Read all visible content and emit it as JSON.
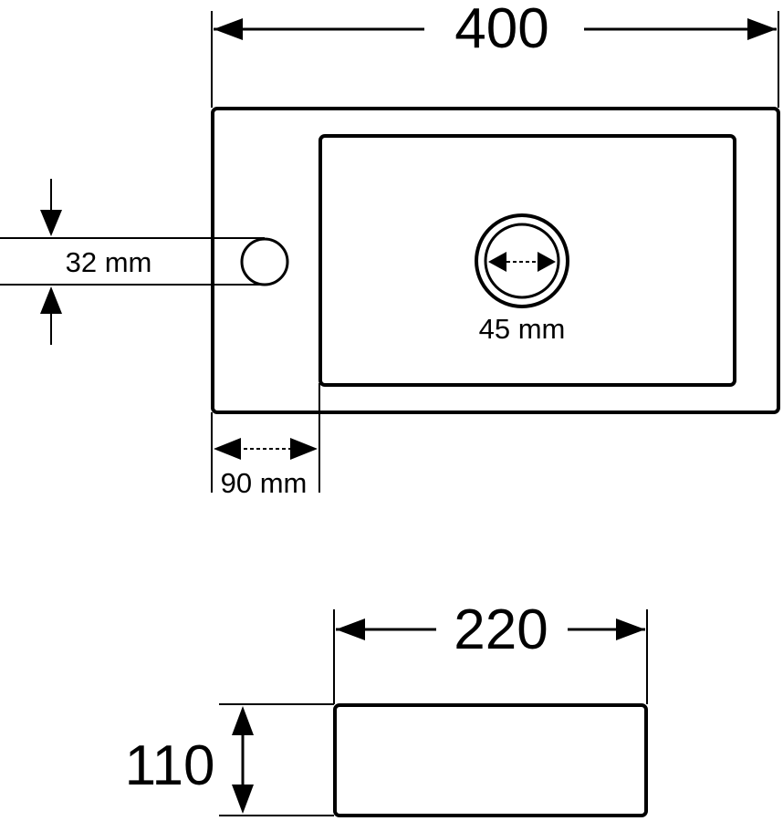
{
  "top_view": {
    "width_label": "400",
    "tap_hole_label": "32 mm",
    "drain_label": "45 mm",
    "offset_label": "90 mm"
  },
  "side_view": {
    "width_label": "220",
    "height_label": "110"
  },
  "colors": {
    "line": "#000000",
    "background": "#ffffff"
  }
}
